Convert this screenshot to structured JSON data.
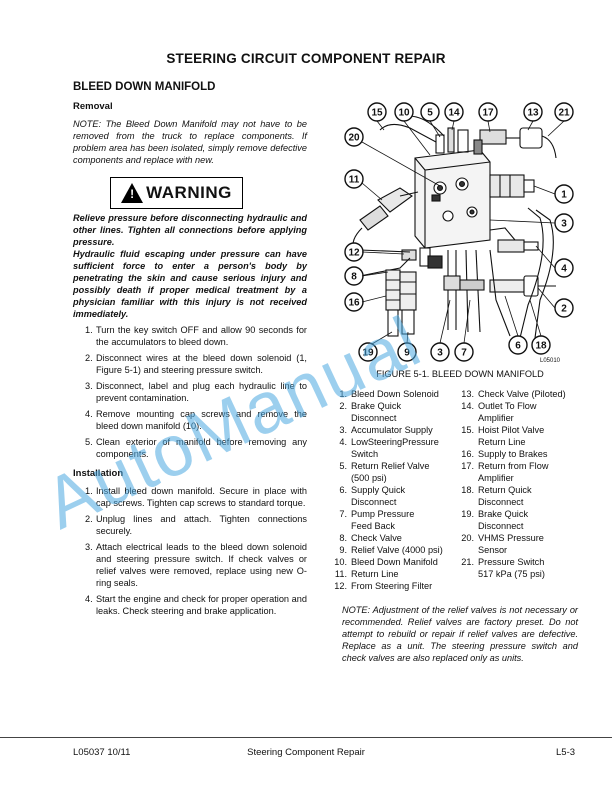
{
  "page_title": "STEERING CIRCUIT COMPONENT REPAIR",
  "section_title": "BLEED DOWN MANIFOLD",
  "removal": {
    "heading": "Removal",
    "note": "NOTE: The Bleed Down Manifold may not have to be removed from the truck to replace components. If problem area has been isolated, simply remove defective components and replace with new.",
    "warning_label": "WARNING",
    "warning_text_1": "Relieve pressure before disconnecting hydraulic and other lines. Tighten all connections before applying pressure.",
    "warning_text_2": "Hydraulic fluid escaping under pressure can have sufficient force to enter a person's body by penetrating the skin and cause serious injury and possibly death if proper medical treatment by a physician familiar with this injury is not received immediately.",
    "steps": [
      {
        "num": "1.",
        "text": "Turn the key switch OFF and allow 90 seconds for the accumulators to bleed down."
      },
      {
        "num": "2.",
        "text": "Disconnect wires at the bleed down solenoid (1, Figure 5-1) and steering pressure switch."
      },
      {
        "num": "3.",
        "text": "Disconnect, label and plug each hydraulic line to prevent contamination."
      },
      {
        "num": "4.",
        "text": "Remove mounting cap screws and remove the bleed down manifold (10)."
      },
      {
        "num": "5.",
        "text": "Clean exterior of manifold before removing any components."
      }
    ]
  },
  "installation": {
    "heading": "Installation",
    "steps": [
      {
        "num": "1.",
        "text": "Install bleed down manifold. Secure in place with cap screws. Tighten cap screws to standard torque."
      },
      {
        "num": "2.",
        "text": "Unplug lines and attach. Tighten connections securely."
      },
      {
        "num": "3.",
        "text": "Attach electrical leads to the bleed down solenoid and steering pressure switch. If check valves or relief valves were removed, replace using new O-ring seals."
      },
      {
        "num": "4.",
        "text": "Start the engine and check for proper operation and leaks. Check steering and brake application."
      }
    ]
  },
  "figure": {
    "caption": "FIGURE 5-1. BLEED DOWN MANIFOLD",
    "image_code": "L05010",
    "callouts": [
      "15",
      "10",
      "5",
      "14",
      "17",
      "13",
      "21",
      "20",
      "11",
      "1",
      "3",
      "12",
      "4",
      "8",
      "16",
      "2",
      "18",
      "6",
      "19",
      "9",
      "3",
      "7"
    ]
  },
  "legend_left": [
    {
      "n": "1.",
      "lines": [
        "Bleed Down Solenoid"
      ]
    },
    {
      "n": "2.",
      "lines": [
        "Brake Quick",
        "Disconnect"
      ]
    },
    {
      "n": "3.",
      "lines": [
        "Accumulator Supply"
      ]
    },
    {
      "n": "4.",
      "lines": [
        "LowSteeringPressure",
        "Switch"
      ]
    },
    {
      "n": "5.",
      "lines": [
        "Return Relief Valve",
        "(500 psi)"
      ]
    },
    {
      "n": "6.",
      "lines": [
        "Supply Quick",
        "Disconnect"
      ]
    },
    {
      "n": "7.",
      "lines": [
        "Pump Pressure",
        "Feed Back"
      ]
    },
    {
      "n": "8.",
      "lines": [
        "Check Valve"
      ]
    },
    {
      "n": "9.",
      "lines": [
        "Relief Valve (4000 psi)"
      ]
    },
    {
      "n": "10.",
      "lines": [
        "Bleed Down Manifold"
      ]
    },
    {
      "n": "11.",
      "lines": [
        "Return Line"
      ]
    },
    {
      "n": "12.",
      "lines": [
        "From Steering Filter"
      ]
    }
  ],
  "legend_right": [
    {
      "n": "13.",
      "lines": [
        "Check Valve (Piloted)"
      ]
    },
    {
      "n": "14.",
      "lines": [
        "Outlet To Flow",
        "Amplifier"
      ]
    },
    {
      "n": "15.",
      "lines": [
        "Hoist Pilot Valve",
        "Return Line"
      ]
    },
    {
      "n": "16.",
      "lines": [
        "Supply to Brakes"
      ]
    },
    {
      "n": "17.",
      "lines": [
        "Return from Flow",
        "Amplifier"
      ]
    },
    {
      "n": "18.",
      "lines": [
        "Return Quick",
        "Disconnect"
      ]
    },
    {
      "n": "19.",
      "lines": [
        "Brake Quick",
        "Disconnect"
      ]
    },
    {
      "n": "20.",
      "lines": [
        "VHMS Pressure",
        "Sensor"
      ]
    },
    {
      "n": "21.",
      "lines": [
        "Pressure Switch",
        "517 kPa (75 psi)"
      ]
    }
  ],
  "note2": "NOTE: Adjustment of the relief valves is not necessary or recommended. Relief valves are factory preset. Do not attempt to rebuild or repair if relief valves are defective. Replace as a unit. The steering pressure switch and check valves are also replaced only as units.",
  "footer": {
    "left": "L05037  10/11",
    "center": "Steering Component Repair",
    "right": "L5-3"
  },
  "watermark": "AutoManual",
  "colors": {
    "text": "#111111",
    "watermark": "#4aa8e0"
  }
}
